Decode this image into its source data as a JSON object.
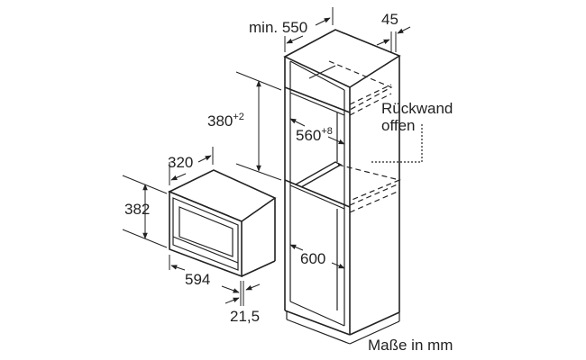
{
  "dimensions": {
    "cabinet_depth": "min. 550",
    "panel_thickness": "45",
    "niche_height": "380",
    "niche_height_tol": "+2",
    "niche_width": "560",
    "niche_width_tol": "+8",
    "back_wall_line1": "Rückwand",
    "back_wall_line2": "offen",
    "cabinet_width": "600",
    "appliance_depth": "320",
    "appliance_height": "382",
    "appliance_width": "594",
    "front_thickness": "21,5"
  },
  "units_note": "Maße in mm"
}
